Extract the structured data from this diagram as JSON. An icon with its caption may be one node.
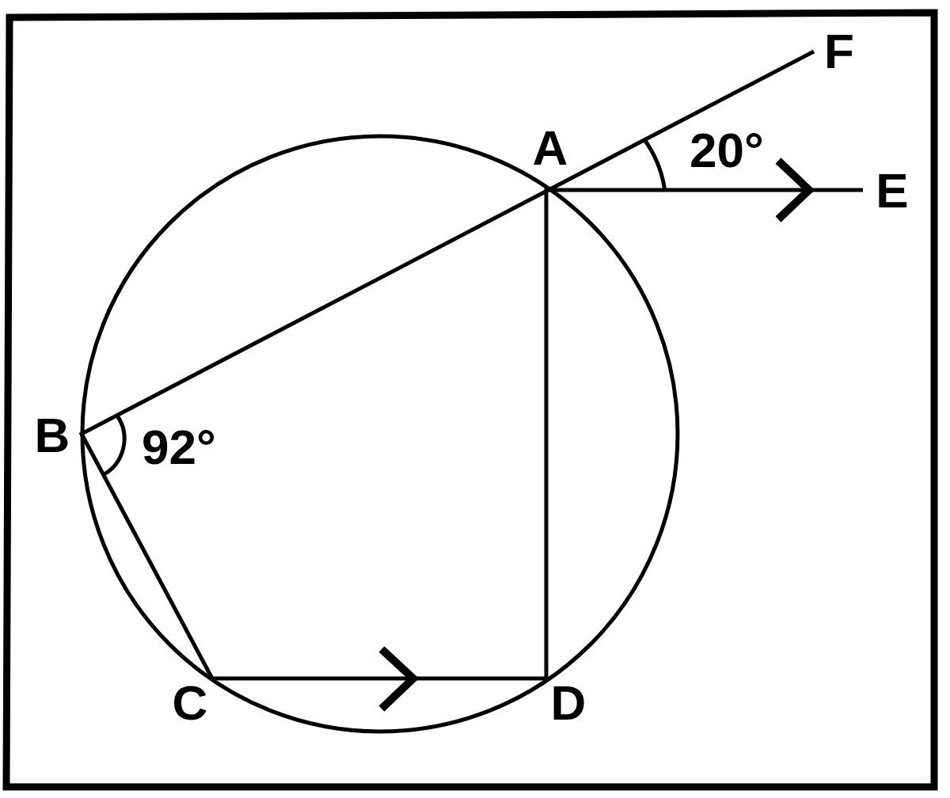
{
  "diagram": {
    "labels": [
      "F",
      "A",
      "20°",
      "E",
      "B",
      "92°",
      "C",
      "D"
    ]
  }
}
